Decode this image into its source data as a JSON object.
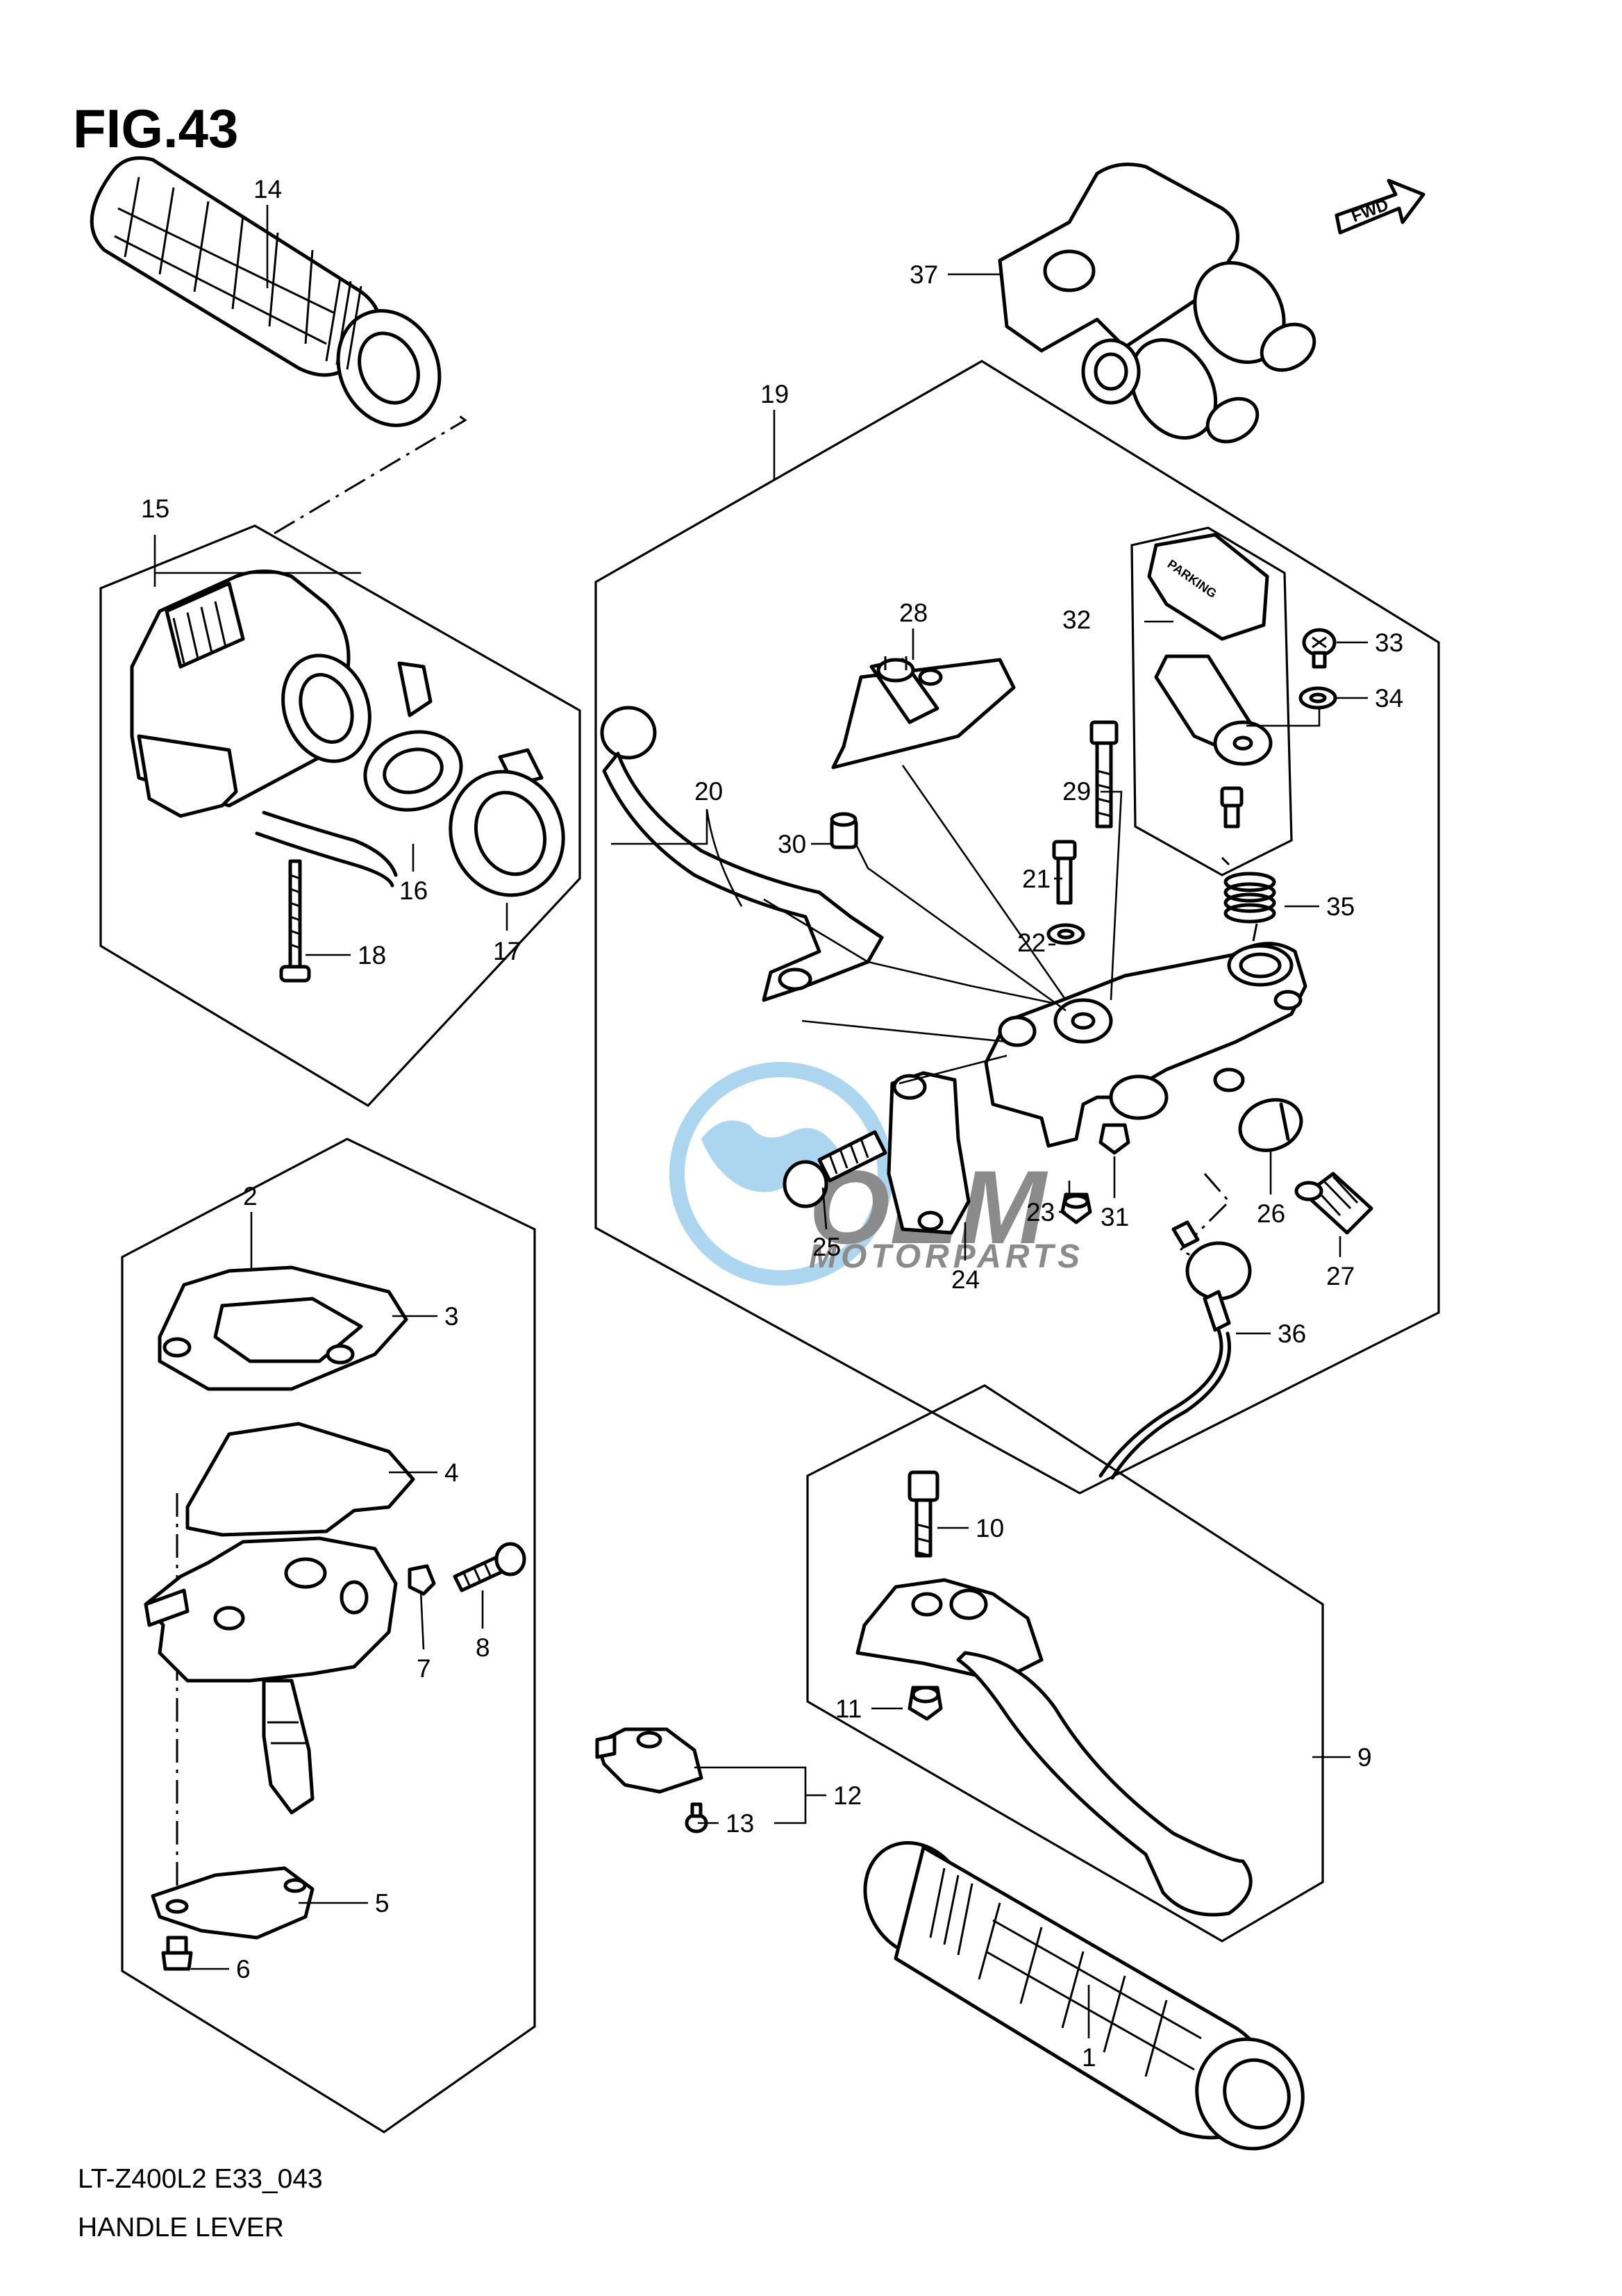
{
  "figure": {
    "title": "FIG.43",
    "model_code": "LT-Z400L2  E33_043",
    "caption": "HANDLE LEVER",
    "fwd_label": "FWD",
    "parking_label": "PARKING"
  },
  "watermark": {
    "brand": "OEM",
    "subtitle": "MOTORPARTS",
    "color": "#4aa3df"
  },
  "callouts": {
    "p1": "1",
    "p2": "2",
    "p3": "3",
    "p4": "4",
    "p5": "5",
    "p6": "6",
    "p7": "7",
    "p8": "8",
    "p9": "9",
    "p10": "10",
    "p11": "11",
    "p12": "12",
    "p13": "13",
    "p14": "14",
    "p15": "15",
    "p16": "16",
    "p17": "17",
    "p18": "18",
    "p19": "19",
    "p20": "20",
    "p21": "21",
    "p22": "22",
    "p23": "23",
    "p24": "24",
    "p25": "25",
    "p26": "26",
    "p27": "27",
    "p28": "28",
    "p29": "29",
    "p30": "30",
    "p31": "31",
    "p32": "32",
    "p33": "33",
    "p34": "34",
    "p35": "35",
    "p36": "36",
    "p37": "37"
  }
}
